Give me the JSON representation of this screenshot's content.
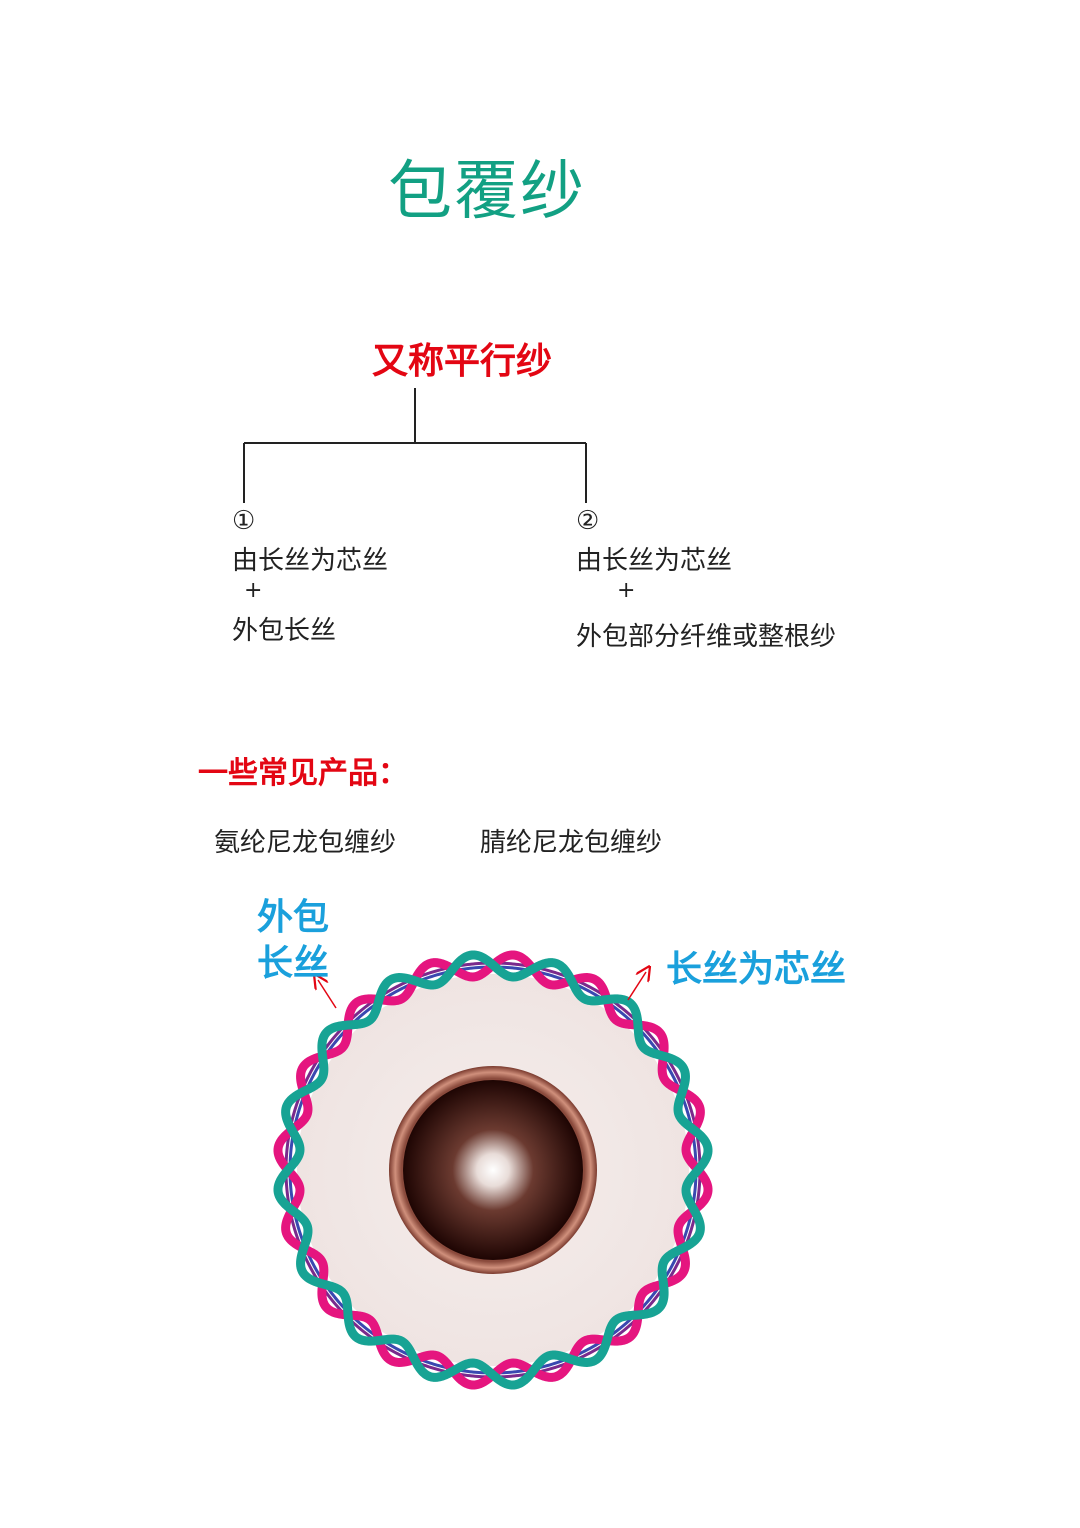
{
  "title": "包覆纱",
  "subtitle": "又称平行纱",
  "branches": [
    {
      "marker": "①",
      "core": "由长丝为芯丝",
      "plus": "+",
      "wrap": "外包长丝"
    },
    {
      "marker": "②",
      "core": "由长丝为芯丝",
      "plus": "+",
      "wrap": "外包部分纤维或整根纱"
    }
  ],
  "products": {
    "heading": "一些常见产品：",
    "items": [
      "氨纶尼龙包缠纱",
      "腈纶尼龙包缠纱"
    ]
  },
  "diagram": {
    "outer_label_line1": "外包",
    "outer_label_line2": "长丝",
    "core_label": "长丝为芯丝"
  },
  "colors": {
    "title": "#12a083",
    "accent_red": "#e30613",
    "label_blue": "#1aa0dc",
    "strand_teal": "#17a394",
    "strand_magenta": "#e5157f",
    "core_blue": "#3a48b0",
    "core_purple": "#7a2a8c"
  }
}
